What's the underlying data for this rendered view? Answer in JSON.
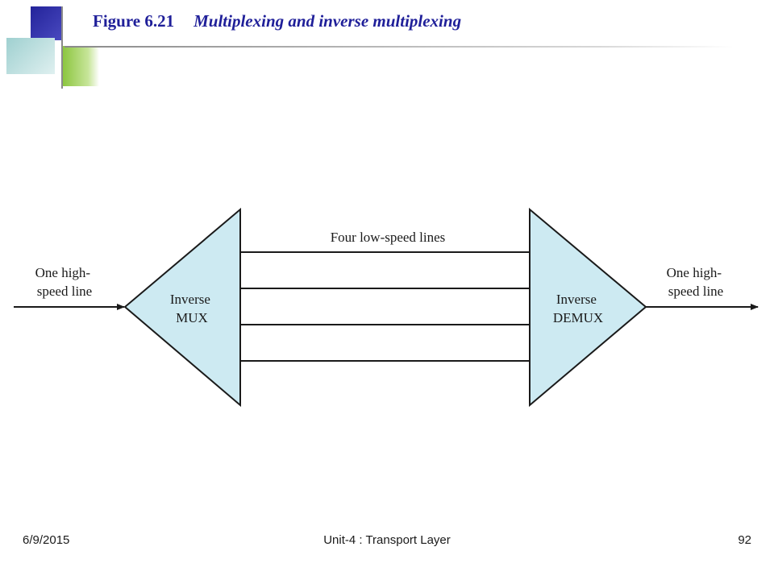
{
  "slide": {
    "figure_number": "Figure 6.21",
    "figure_caption": "Multiplexing and inverse multiplexing"
  },
  "diagram": {
    "input_label": [
      "One high-",
      "speed line"
    ],
    "mux_label": [
      "Inverse",
      "MUX"
    ],
    "lines_label": "Four low-speed lines",
    "demux_label": [
      "Inverse",
      "DEMUX"
    ],
    "output_label": [
      "One high-",
      "speed line"
    ],
    "low_speed_line_count": 4,
    "colors": {
      "box_fill": "#cdeaf2",
      "stroke": "#1a1a1a"
    }
  },
  "footer": {
    "date": "6/9/2015",
    "center": "Unit-4 : Transport Layer",
    "page": "92"
  }
}
